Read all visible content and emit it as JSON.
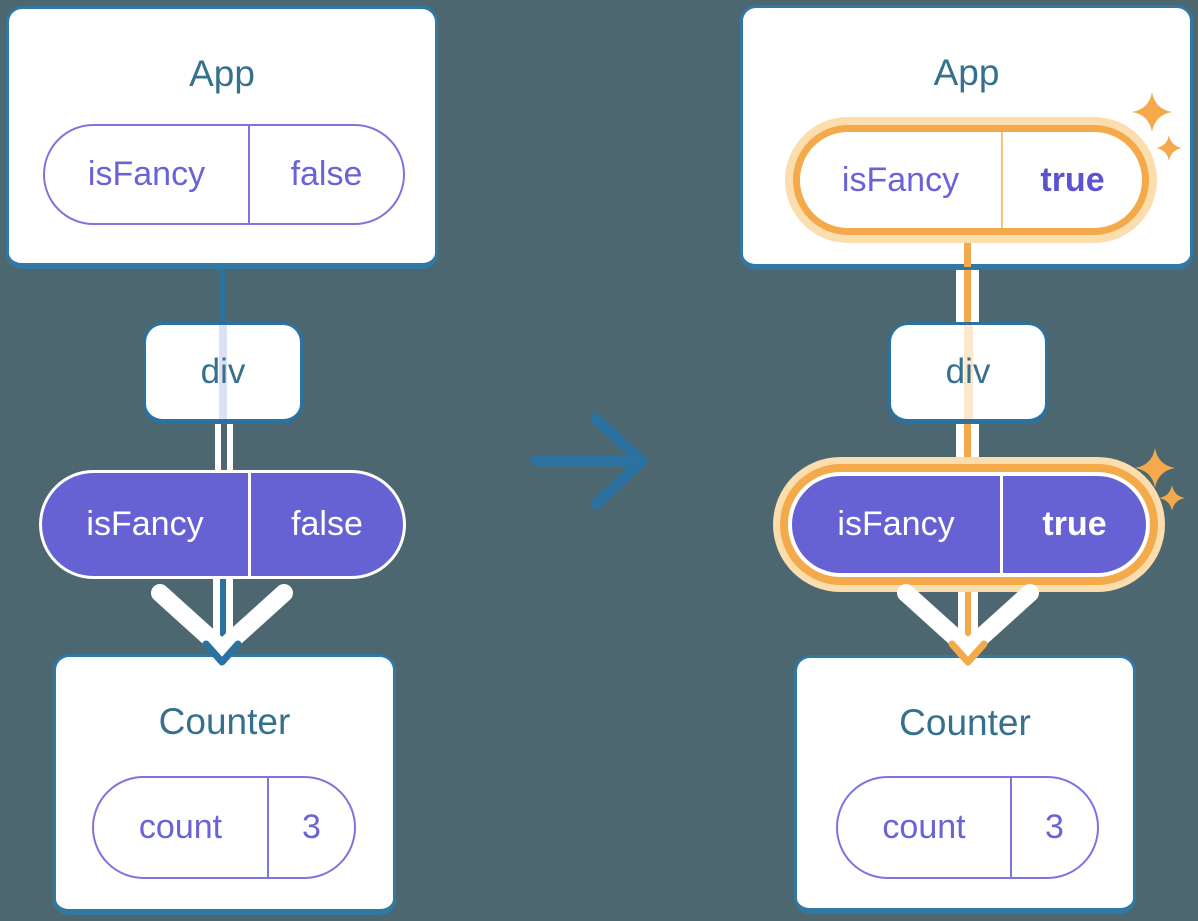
{
  "before": {
    "app_title": "App",
    "app_prop": {
      "name": "isFancy",
      "value": "false"
    },
    "div_label": "div",
    "passed_prop": {
      "name": "isFancy",
      "value": "false"
    },
    "counter_title": "Counter",
    "counter_state": {
      "name": "count",
      "value": "3"
    }
  },
  "after": {
    "app_title": "App",
    "app_prop": {
      "name": "isFancy",
      "value": "true"
    },
    "div_label": "div",
    "passed_prop": {
      "name": "isFancy",
      "value": "true"
    },
    "counter_title": "Counter",
    "counter_state": {
      "name": "count",
      "value": "3"
    }
  },
  "icons": {
    "transition_arrow_icon": "→",
    "sparkle_icon": "✦"
  },
  "colors": {
    "background": "#4D6771",
    "tree_line_teal": "#2B72A0",
    "title_text_teal": "#35708E",
    "pill_purple_fill": "#6762D4",
    "pill_purple_border": "#7C76DC",
    "pill_purple_text": "#6A63D8",
    "highlight_orange": "#F4A94B",
    "highlight_orange_glow": "#FBDDAE",
    "pass_through_lavender": "#DBE2F6",
    "pass_through_peach": "#FCE9CC",
    "white": "#FFFFFF"
  }
}
